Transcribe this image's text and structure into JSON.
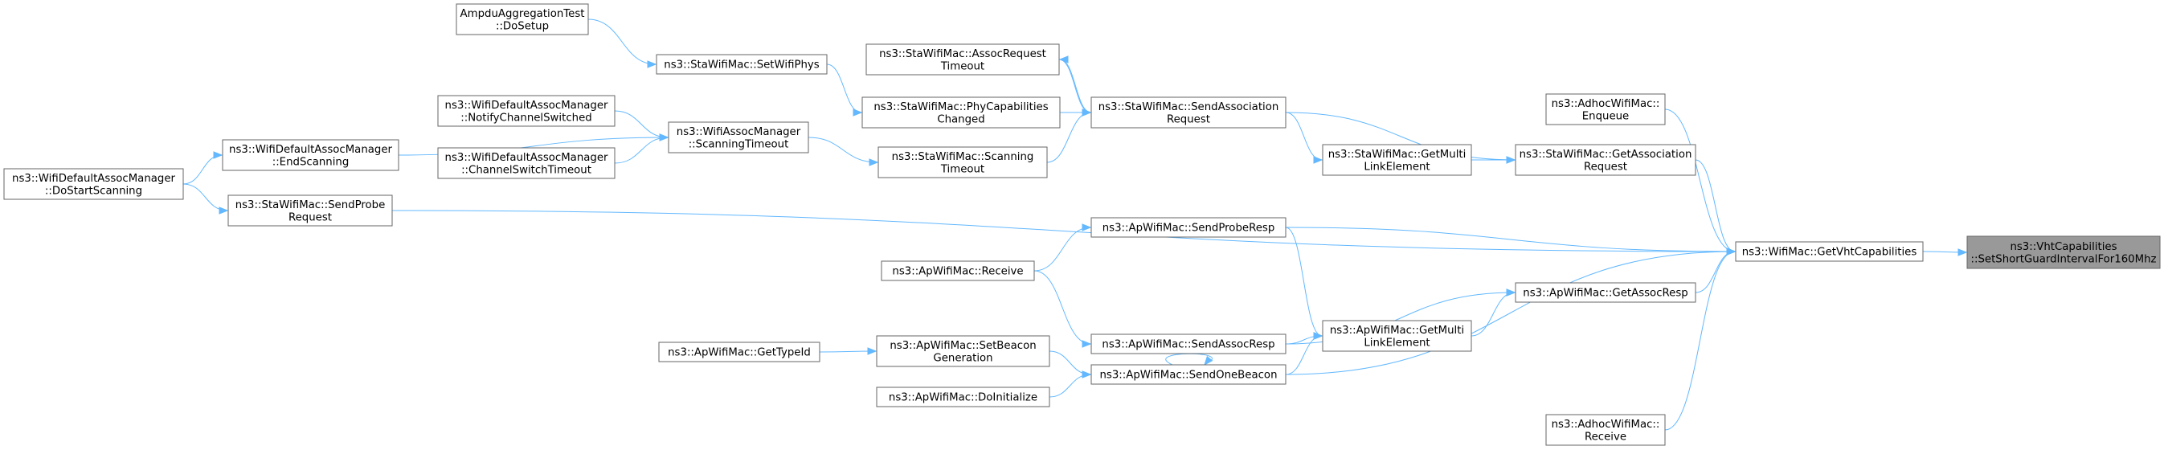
{
  "nodes": [
    {
      "id": "target",
      "lines": [
        "ns3::VhtCapabilities",
        "::SetShortGuardIntervalFor160Mhz"
      ],
      "highlight": true
    },
    {
      "id": "getvht",
      "lines": [
        "ns3::WifiMac::GetVhtCapabilities"
      ]
    },
    {
      "id": "adhocEnq",
      "lines": [
        "ns3::AdhocWifiMac::",
        "Enqueue"
      ]
    },
    {
      "id": "adhocRecv",
      "lines": [
        "ns3::AdhocWifiMac::",
        "Receive"
      ]
    },
    {
      "id": "staGetAssoc",
      "lines": [
        "ns3::StaWifiMac::GetAssociation",
        "Request"
      ]
    },
    {
      "id": "apGetAssocResp",
      "lines": [
        "ns3::ApWifiMac::GetAssocResp"
      ]
    },
    {
      "id": "staGetMulti",
      "lines": [
        "ns3::StaWifiMac::GetMulti",
        "LinkElement"
      ]
    },
    {
      "id": "apGetMulti",
      "lines": [
        "ns3::ApWifiMac::GetMulti",
        "LinkElement"
      ]
    },
    {
      "id": "staSendAssoc",
      "lines": [
        "ns3::StaWifiMac::SendAssociation",
        "Request"
      ]
    },
    {
      "id": "apSendProbeResp",
      "lines": [
        "ns3::ApWifiMac::SendProbeResp"
      ]
    },
    {
      "id": "apSendAssocResp",
      "lines": [
        "ns3::ApWifiMac::SendAssocResp"
      ]
    },
    {
      "id": "apSendOneBeacon",
      "lines": [
        "ns3::ApWifiMac::SendOneBeacon"
      ]
    },
    {
      "id": "staAssocTimeout",
      "lines": [
        "ns3::StaWifiMac::AssocRequest",
        "Timeout"
      ]
    },
    {
      "id": "staPhyCap",
      "lines": [
        "ns3::StaWifiMac::PhyCapabilities",
        "Changed"
      ]
    },
    {
      "id": "staScanTimeout",
      "lines": [
        "ns3::StaWifiMac::Scanning",
        "Timeout"
      ]
    },
    {
      "id": "apReceive",
      "lines": [
        "ns3::ApWifiMac::Receive"
      ]
    },
    {
      "id": "apSetBeacon",
      "lines": [
        "ns3::ApWifiMac::SetBeacon",
        "Generation"
      ]
    },
    {
      "id": "apDoInit",
      "lines": [
        "ns3::ApWifiMac::DoInitialize"
      ]
    },
    {
      "id": "staSetPhys",
      "lines": [
        "ns3::StaWifiMac::SetWifiPhys"
      ]
    },
    {
      "id": "assocScanTimeout",
      "lines": [
        "ns3::WifiAssocManager",
        "::ScanningTimeout"
      ]
    },
    {
      "id": "apGetTypeId",
      "lines": [
        "ns3::ApWifiMac::GetTypeId"
      ]
    },
    {
      "id": "ampdu",
      "lines": [
        "AmpduAggregationTest",
        "::DoSetup"
      ]
    },
    {
      "id": "defNotify",
      "lines": [
        "ns3::WifiDefaultAssocManager",
        "::NotifyChannelSwitched"
      ]
    },
    {
      "id": "defChanTimeout",
      "lines": [
        "ns3::WifiDefaultAssocManager",
        "::ChannelSwitchTimeout"
      ]
    },
    {
      "id": "defEndScan",
      "lines": [
        "ns3::WifiDefaultAssocManager",
        "::EndScanning"
      ]
    },
    {
      "id": "staSendProbe",
      "lines": [
        "ns3::StaWifiMac::SendProbe",
        "Request"
      ]
    },
    {
      "id": "defDoStart",
      "lines": [
        "ns3::WifiDefaultAssocManager",
        "::DoStartScanning"
      ]
    }
  ],
  "edges": [
    {
      "from": "getvht",
      "to": "target"
    },
    {
      "from": "adhocEnq",
      "to": "getvht"
    },
    {
      "from": "adhocRecv",
      "to": "getvht"
    },
    {
      "from": "staGetAssoc",
      "to": "getvht"
    },
    {
      "from": "apGetAssocResp",
      "to": "getvht"
    },
    {
      "from": "apSendProbeResp",
      "to": "getvht"
    },
    {
      "from": "apSendOneBeacon",
      "to": "getvht"
    },
    {
      "from": "staSendProbe",
      "to": "getvht"
    },
    {
      "from": "staGetMulti",
      "to": "staGetAssoc"
    },
    {
      "from": "staSendAssoc",
      "to": "staGetAssoc"
    },
    {
      "from": "staSendAssoc",
      "to": "staGetMulti"
    },
    {
      "from": "apGetMulti",
      "to": "apGetAssocResp"
    },
    {
      "from": "apSendAssocResp",
      "to": "apGetAssocResp"
    },
    {
      "from": "apSendProbeResp",
      "to": "apGetMulti"
    },
    {
      "from": "apSendAssocResp",
      "to": "apGetMulti"
    },
    {
      "from": "apSendOneBeacon",
      "to": "apGetMulti"
    },
    {
      "from": "apSendOneBeacon",
      "to": "apSendOneBeacon"
    },
    {
      "from": "staSendAssoc",
      "to": "staAssocTimeout"
    },
    {
      "from": "staAssocTimeout",
      "to": "staSendAssoc"
    },
    {
      "from": "staPhyCap",
      "to": "staSendAssoc"
    },
    {
      "from": "staScanTimeout",
      "to": "staSendAssoc"
    },
    {
      "from": "apReceive",
      "to": "apSendProbeResp"
    },
    {
      "from": "apReceive",
      "to": "apSendAssocResp"
    },
    {
      "from": "apSetBeacon",
      "to": "apSendOneBeacon"
    },
    {
      "from": "apDoInit",
      "to": "apSendOneBeacon"
    },
    {
      "from": "staSetPhys",
      "to": "staPhyCap"
    },
    {
      "from": "assocScanTimeout",
      "to": "staScanTimeout"
    },
    {
      "from": "apGetTypeId",
      "to": "apSetBeacon"
    },
    {
      "from": "ampdu",
      "to": "staSetPhys"
    },
    {
      "from": "defNotify",
      "to": "assocScanTimeout"
    },
    {
      "from": "defChanTimeout",
      "to": "assocScanTimeout"
    },
    {
      "from": "defEndScan",
      "to": "assocScanTimeout"
    },
    {
      "from": "defDoStart",
      "to": "defEndScan"
    },
    {
      "from": "defDoStart",
      "to": "staSendProbe"
    }
  ],
  "colors": {
    "edge": "#63b8ff",
    "node_border": "#666666",
    "highlight_fill": "#999999"
  }
}
